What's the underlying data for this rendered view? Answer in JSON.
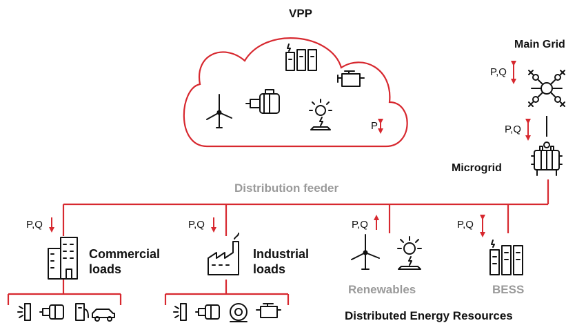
{
  "vpp": {
    "title": "VPP",
    "power_label": "P"
  },
  "main_grid": {
    "title": "Main Grid",
    "power_label": "P,Q"
  },
  "microgrid": {
    "title": "Microgrid",
    "power_label": "P,Q"
  },
  "feeder": {
    "title": "Distribution feeder"
  },
  "commercial": {
    "title": "Commercial\nloads",
    "power_label": "P,Q"
  },
  "industrial": {
    "title": "Industrial\nloads",
    "power_label": "P,Q"
  },
  "renewables": {
    "title": "Renewables",
    "power_label": "P,Q"
  },
  "bess": {
    "title": "BESS",
    "power_label": "P,Q"
  },
  "der": {
    "title": "Distributed Energy Resources"
  },
  "colors": {
    "line": "#d7282f",
    "icon": "#111111",
    "muted": "#9a9a9a"
  }
}
